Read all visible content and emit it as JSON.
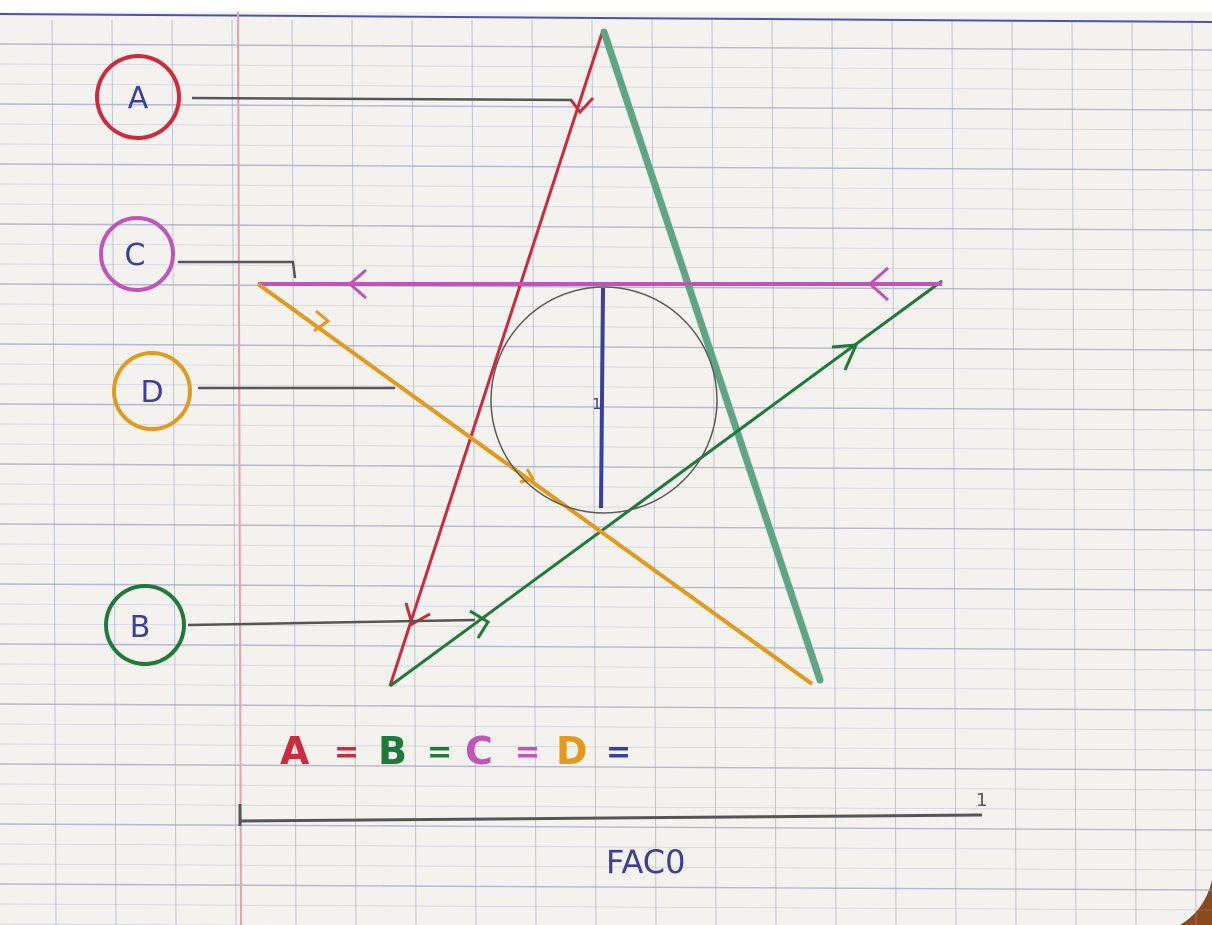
{
  "labels": {
    "A": "A",
    "B": "B",
    "C": "C",
    "D": "D"
  },
  "equation": {
    "a": "A",
    "eq1": "=",
    "b": "B",
    "eq2": "=",
    "c": "C",
    "eq3": "=",
    "d": "D",
    "eq4": "="
  },
  "segment": {
    "start": "0",
    "end": "1"
  },
  "radius_mark": "1",
  "word": "FAC0",
  "colors": {
    "A": "#cc2a3f",
    "B": "#1f7a3a",
    "C": "#c054b8",
    "D": "#e39a1c",
    "star_side": "#5da584",
    "ink": "#3a3f99",
    "pencil": "#555555",
    "paper": "#f3f2ee",
    "grid": "#9aa0c4",
    "margin": "#e7a0ae"
  }
}
